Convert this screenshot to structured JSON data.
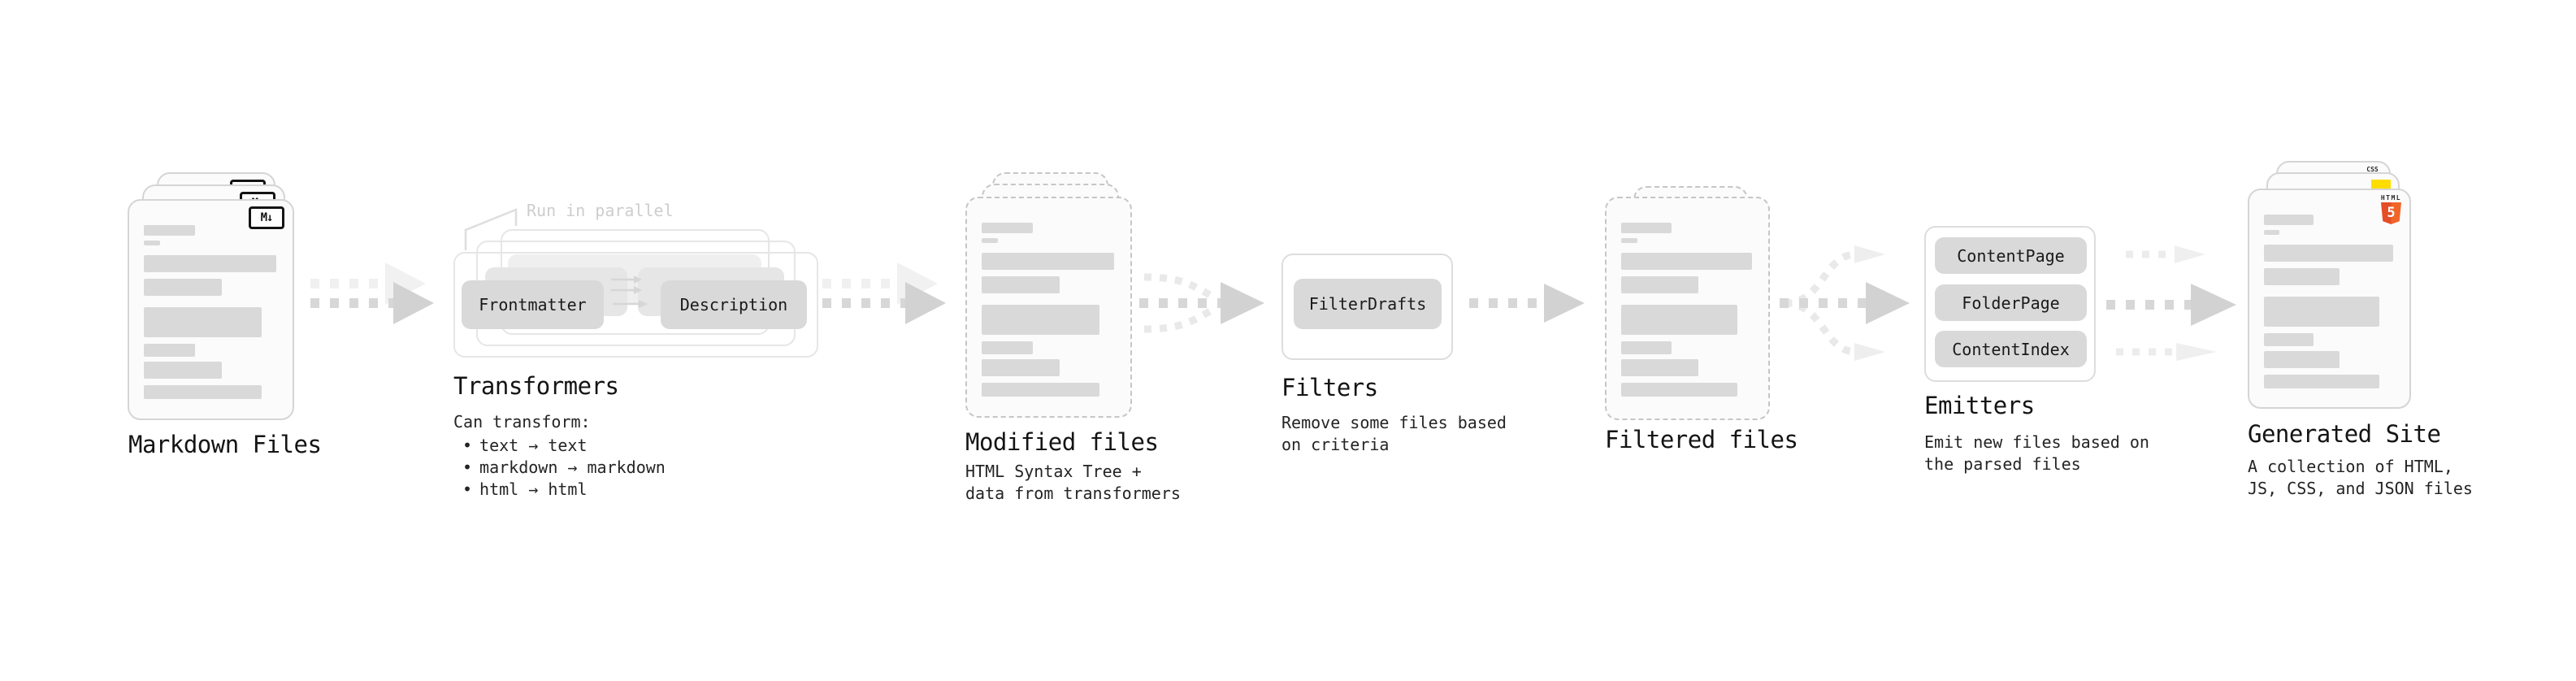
{
  "diagram": {
    "bullet_glyph": "•",
    "markdown_files": {
      "label": "Markdown Files",
      "badge": "M↓"
    },
    "transformers": {
      "label": "Transformers",
      "annotation": "Run in parallel",
      "step1": "Frontmatter",
      "step2": "Description",
      "desc_title": "Can transform:",
      "bullets": [
        "text → text",
        "markdown → markdown",
        "html → html"
      ]
    },
    "modified_files": {
      "label": "Modified files",
      "desc_line1": "HTML Syntax Tree +",
      "desc_line2": "data from transformers"
    },
    "filters": {
      "label": "Filters",
      "button": "FilterDrafts",
      "desc_line1": "Remove some files based",
      "desc_line2": "on criteria"
    },
    "filtered_files": {
      "label": "Filtered files"
    },
    "emitters": {
      "label": "Emitters",
      "buttons": [
        "ContentPage",
        "FolderPage",
        "ContentIndex"
      ],
      "desc_line1": "Emit new files based on",
      "desc_line2": "the parsed files"
    },
    "generated_site": {
      "label": "Generated Site",
      "desc_line1": "A collection of HTML,",
      "desc_line2": "JS, CSS, and JSON files",
      "badge_html_text": "HTML",
      "badge_html_number": "5",
      "badge_css_text": "CSS"
    },
    "colors": {
      "html_orange": "#e44d26",
      "html_orange_light": "#f16529",
      "js_yellow": "#ffdd00",
      "css_blue": "#2b6bf3"
    }
  }
}
